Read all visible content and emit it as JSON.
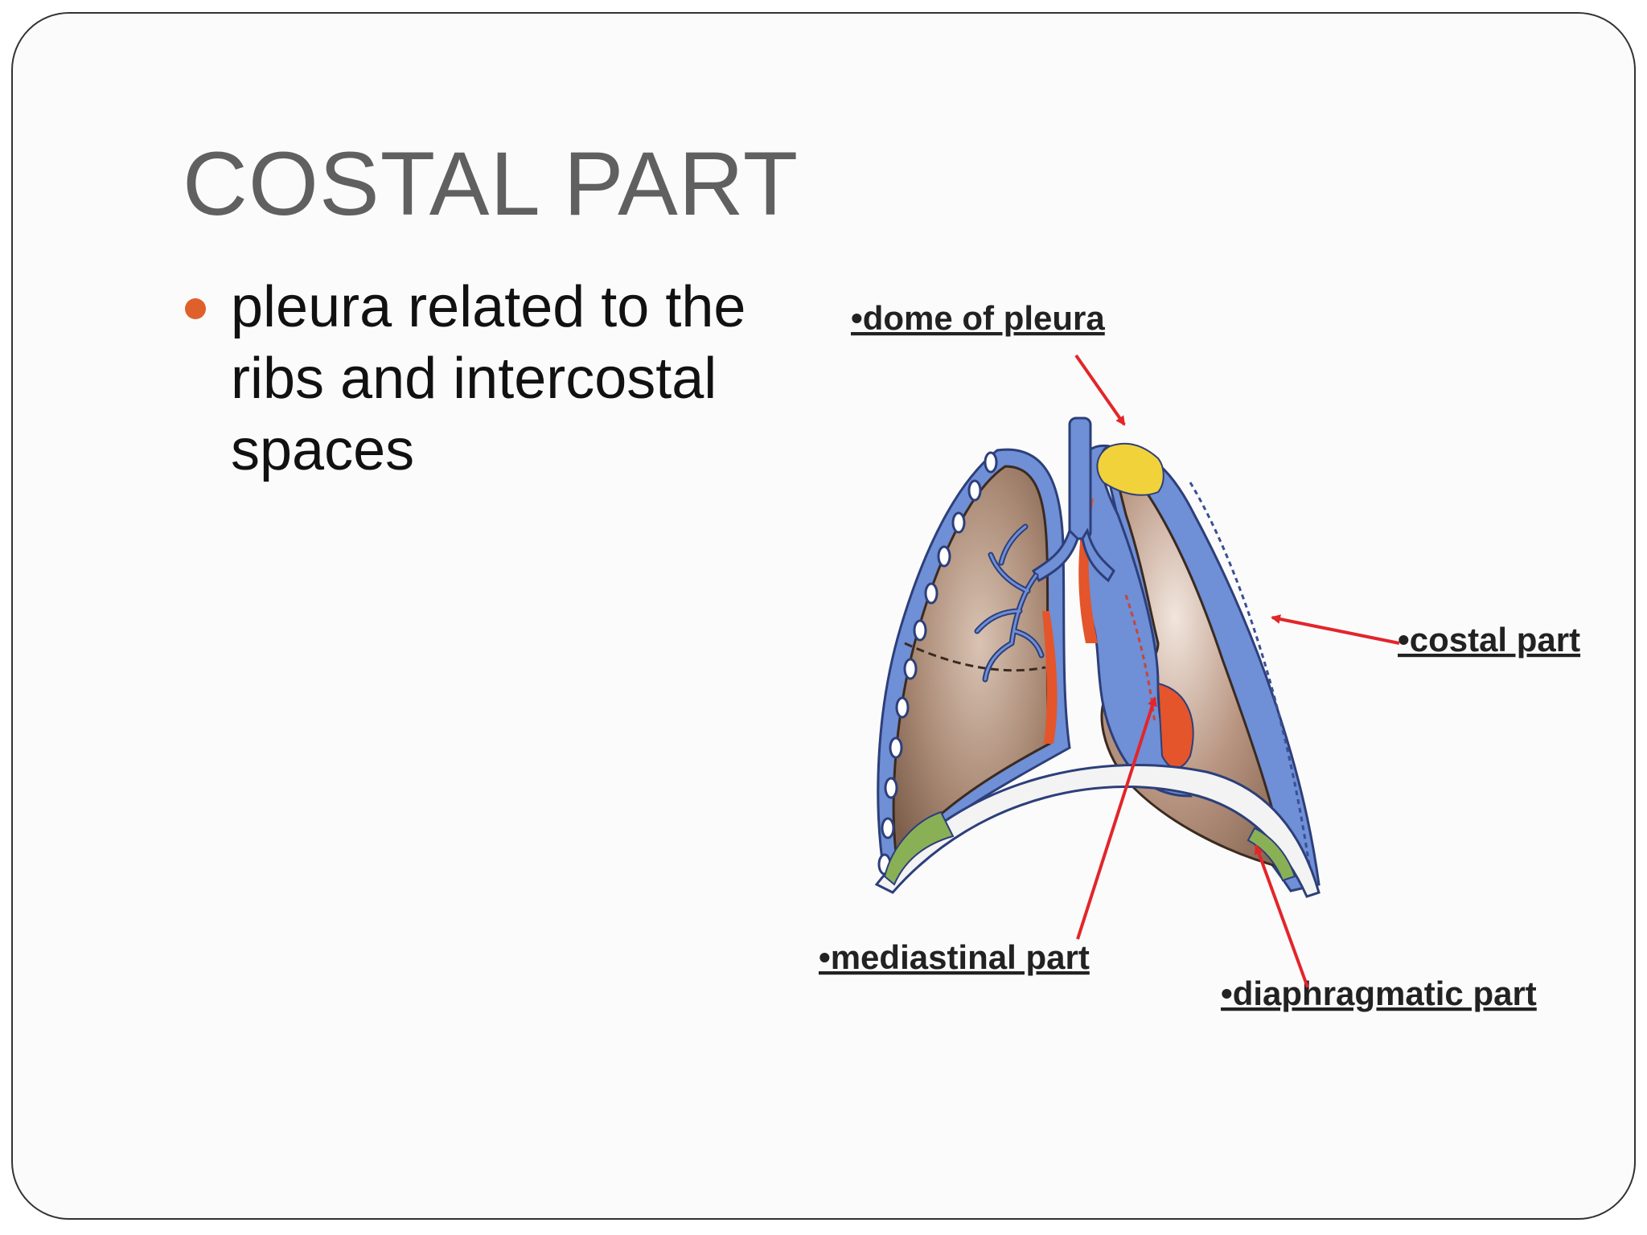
{
  "slide": {
    "title": "COSTAL PART",
    "bullets": [
      {
        "text": "pleura related to the ribs and intercostal spaces"
      }
    ]
  },
  "diagram": {
    "labels": {
      "dome": "•dome of pleura",
      "costal": "•costal part",
      "mediastinal": "•mediastinal part",
      "diaphragmatic": "•diaphragmatic part"
    },
    "colors": {
      "pleura": "#6f8fd6",
      "lung": "#a3826c",
      "cupula": "#f2d23a",
      "mediastinum": "#e4552b",
      "diaphragm": "#8ab056",
      "arrow": "#e2262a",
      "bullet": "#e0602c"
    }
  }
}
